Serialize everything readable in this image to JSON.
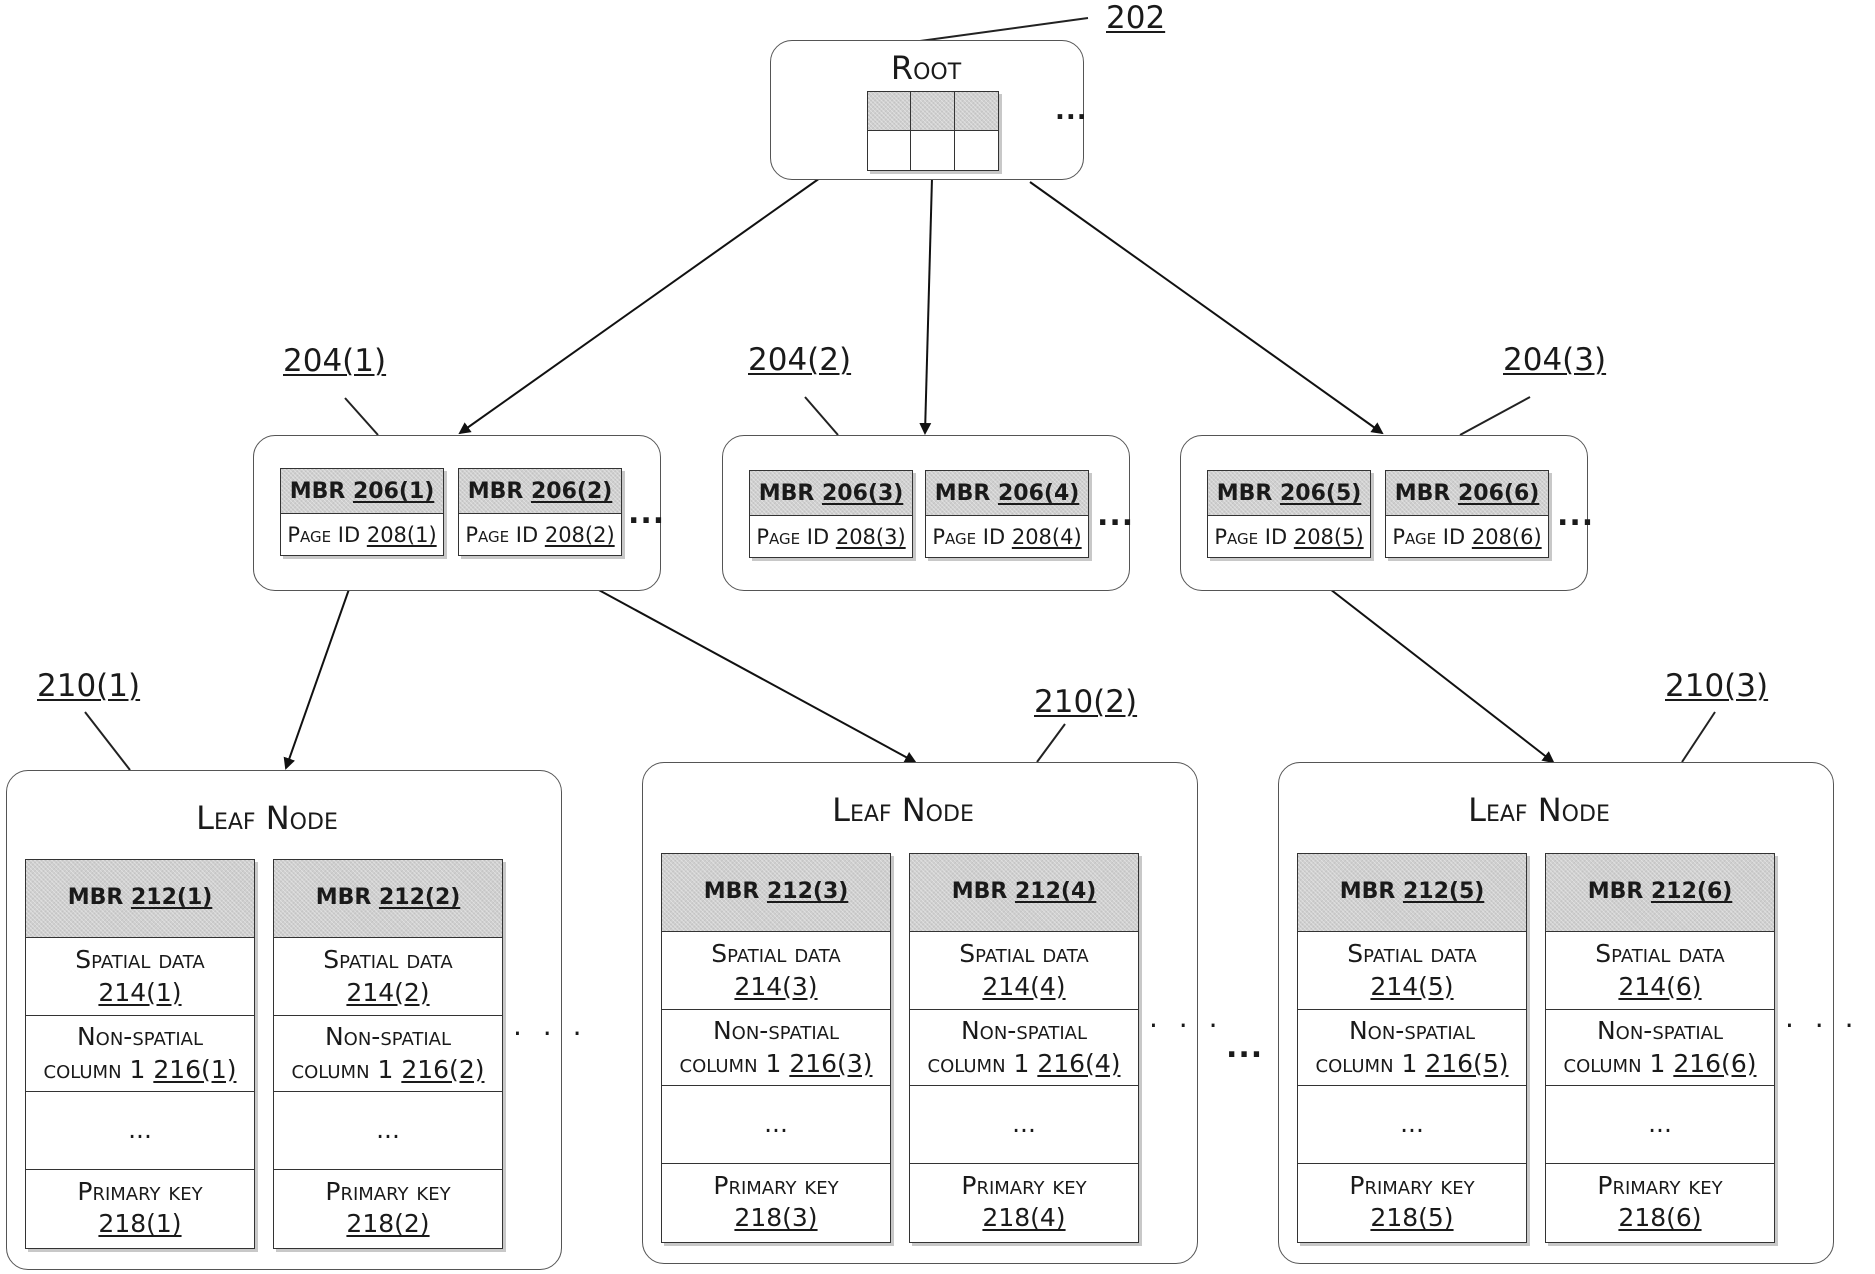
{
  "root": {
    "ref": "202",
    "title": "Root",
    "ellipsis": "..."
  },
  "index_nodes": [
    {
      "ref": "204(1)",
      "entries": [
        {
          "mbr_label": "MBR",
          "mbr_ref": "206(1)",
          "page_label": "Page ID",
          "page_ref": "208(1)"
        },
        {
          "mbr_label": "MBR",
          "mbr_ref": "206(2)",
          "page_label": "Page ID",
          "page_ref": "208(2)"
        }
      ],
      "ellipsis": "..."
    },
    {
      "ref": "204(2)",
      "entries": [
        {
          "mbr_label": "MBR",
          "mbr_ref": "206(3)",
          "page_label": "Page ID",
          "page_ref": "208(3)"
        },
        {
          "mbr_label": "MBR",
          "mbr_ref": "206(4)",
          "page_label": "Page ID",
          "page_ref": "208(4)"
        }
      ],
      "ellipsis": "..."
    },
    {
      "ref": "204(3)",
      "entries": [
        {
          "mbr_label": "MBR",
          "mbr_ref": "206(5)",
          "page_label": "Page ID",
          "page_ref": "208(5)"
        },
        {
          "mbr_label": "MBR",
          "mbr_ref": "206(6)",
          "page_label": "Page ID",
          "page_ref": "208(6)"
        }
      ],
      "ellipsis": "..."
    }
  ],
  "leaf_nodes": [
    {
      "ref": "210(1)",
      "title": "Leaf Node",
      "ellipsis": ". . .",
      "columns": [
        {
          "mbr_label": "MBR",
          "mbr_ref": "212(1)",
          "spatial_label": "Spatial data",
          "spatial_ref": "214(1)",
          "nonspatial_label_1": "Non-spatial",
          "nonspatial_label_2": "column 1",
          "nonspatial_ref": "216(1)",
          "more": "...",
          "pk_label": "Primary key",
          "pk_ref": "218(1)"
        },
        {
          "mbr_label": "MBR",
          "mbr_ref": "212(2)",
          "spatial_label": "Spatial data",
          "spatial_ref": "214(2)",
          "nonspatial_label_1": "Non-spatial",
          "nonspatial_label_2": "column 1",
          "nonspatial_ref": "216(2)",
          "more": "...",
          "pk_label": "Primary key",
          "pk_ref": "218(2)"
        }
      ]
    },
    {
      "ref": "210(2)",
      "title": "Leaf Node",
      "ellipsis": ". . .",
      "columns": [
        {
          "mbr_label": "MBR",
          "mbr_ref": "212(3)",
          "spatial_label": "Spatial data",
          "spatial_ref": "214(3)",
          "nonspatial_label_1": "Non-spatial",
          "nonspatial_label_2": "column 1",
          "nonspatial_ref": "216(3)",
          "more": "...",
          "pk_label": "Primary key",
          "pk_ref": "218(3)"
        },
        {
          "mbr_label": "MBR",
          "mbr_ref": "212(4)",
          "spatial_label": "Spatial data",
          "spatial_ref": "214(4)",
          "nonspatial_label_1": "Non-spatial",
          "nonspatial_label_2": "column 1",
          "nonspatial_ref": "216(4)",
          "more": "...",
          "pk_label": "Primary key",
          "pk_ref": "218(4)"
        }
      ]
    },
    {
      "ref": "210(3)",
      "title": "Leaf Node",
      "ellipsis": ". . .",
      "columns": [
        {
          "mbr_label": "MBR",
          "mbr_ref": "212(5)",
          "spatial_label": "Spatial data",
          "spatial_ref": "214(5)",
          "nonspatial_label_1": "Non-spatial",
          "nonspatial_label_2": "column 1",
          "nonspatial_ref": "216(5)",
          "more": "...",
          "pk_label": "Primary key",
          "pk_ref": "218(5)"
        },
        {
          "mbr_label": "MBR",
          "mbr_ref": "212(6)",
          "spatial_label": "Spatial data",
          "spatial_ref": "214(6)",
          "nonspatial_label_1": "Non-spatial",
          "nonspatial_label_2": "column 1",
          "nonspatial_ref": "216(6)",
          "more": "...",
          "pk_label": "Primary key",
          "pk_ref": "218(6)"
        }
      ]
    }
  ],
  "between_leaves_ellipsis": "..."
}
